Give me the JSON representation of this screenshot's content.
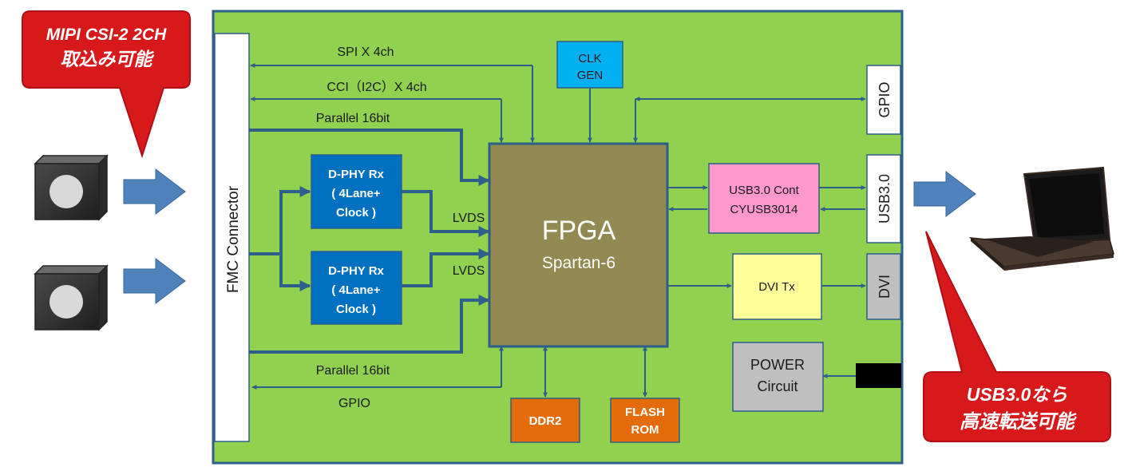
{
  "callouts": {
    "left_line1": "MIPI CSI-2 2CH",
    "left_line2": "取込み可能",
    "right_line1": "USB3.0なら",
    "right_line2": "高速転送可能"
  },
  "blocks": {
    "fmc": "FMC Connector",
    "fpga_title": "FPGA",
    "fpga_sub": "Spartan-6",
    "clk_line1": "CLK",
    "clk_line2": "GEN",
    "dphy1": [
      "D-PHY Rx",
      "( 4Lane+",
      "Clock )"
    ],
    "dphy2": [
      "D-PHY Rx",
      "( 4Lane+",
      "Clock )"
    ],
    "usb_cont_line1": "USB3.0  Cont",
    "usb_cont_line2": "CYUSB3014",
    "dvi_tx": "DVI Tx",
    "power_line1": "POWER",
    "power_line2": "Circuit",
    "ddr2": "DDR2",
    "flash_line1": "FLASH",
    "flash_line2": "ROM"
  },
  "ports": {
    "gpio": "GPIO",
    "usb30": "USB3.0",
    "dvi": "DVI"
  },
  "signals": {
    "spi": "SPI X 4ch",
    "cci": "CCI（I2C）X 4ch",
    "parallel_top": "Parallel 16bit",
    "lvds1": "LVDS",
    "lvds2": "LVDS",
    "parallel_bottom": "Parallel 16bit",
    "gpio_bottom": "GPIO"
  },
  "colors": {
    "board": "#92d050",
    "board_border": "#2e5f8a",
    "fpga": "#938953",
    "dphy": "#0070c0",
    "clk": "#00b0f0",
    "usb_cont": "#ff99cc",
    "dvi_tx": "#ffff99",
    "power": "#bfbfbf",
    "memory": "#e46c0a",
    "callout": "#d7191c",
    "arrow": "#2e5f8a",
    "big_arrow": "#4f81bd"
  },
  "icons": {
    "camera": "camera-icon",
    "laptop": "laptop-icon"
  }
}
